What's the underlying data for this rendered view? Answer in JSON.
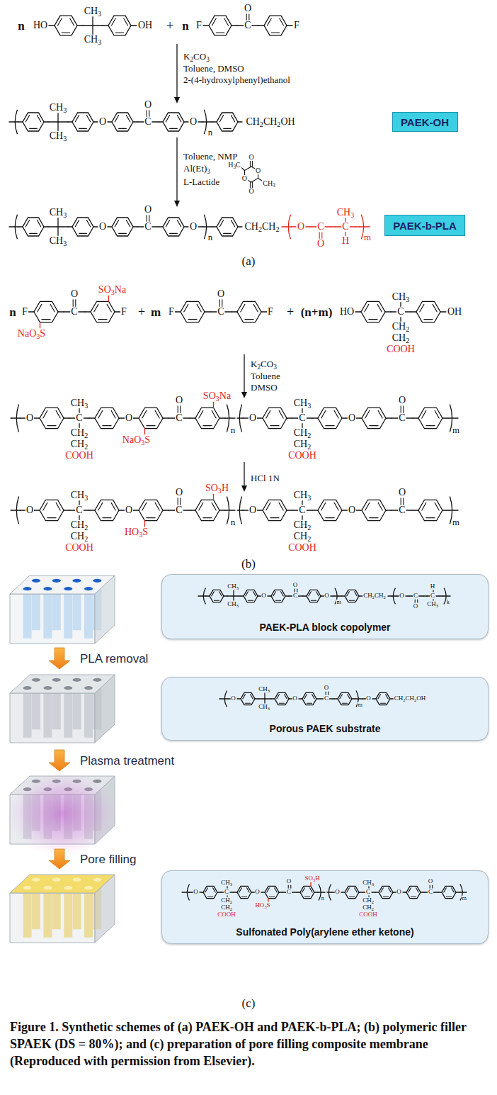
{
  "diagram": {
    "caption": "Figure 1. Synthetic schemes of (a) PAEK-OH and PAEK-b-PLA; (b) polymeric filler SPAEK (DS = 80%); and (c) preparation of pore filling composite membrane (Reproduced with permission from Elsevier).",
    "nodes": [
      {
        "text": [
          "PAEK-OH"
        ]
      },
      {
        "text": [
          "PAEK-b-PLA"
        ]
      },
      {
        "text": [
          "PAEK-PLA block copolymer"
        ]
      },
      {
        "text": [
          "Porous PAEK substrate"
        ]
      },
      {
        "text": [
          "Sulfonated Poly(arylene ether ketone)"
        ]
      }
    ],
    "labels": [
      "n",
      "HO",
      "CH3",
      "CH3",
      "OH",
      "+",
      "n",
      "F",
      "O",
      "C",
      "F",
      "K2CO3",
      "Toluene, DMSO",
      "2-(4-hydroxylphenyl)ethanol",
      "CH3",
      "CH3",
      "O",
      "O",
      "C",
      "O",
      "n",
      "CH2CH2OH",
      "Toluene, NMP",
      "Al(Et)3",
      "L-Lactide",
      "H3C",
      "O",
      "O",
      "O",
      "O",
      "CH3",
      "CH3",
      "CH3",
      "O",
      "O",
      "C",
      "O",
      "n",
      "CH2CH2",
      "O",
      "O",
      "C",
      "C",
      "CH3",
      "H",
      "m",
      "(a)",
      "n",
      "F",
      "NaO3S",
      "O",
      "C",
      "SO3Na",
      "F",
      "+",
      "m",
      "F",
      "O",
      "C",
      "F",
      "+",
      "(n+m)",
      "HO",
      "C",
      "CH3",
      "CH2",
      "CH2",
      "COOH",
      "OH",
      "K2CO3",
      "Toluene",
      "DMSO",
      "O",
      "C",
      "CH3",
      "CH2",
      "CH2",
      "COOH",
      "O",
      "NaO3S",
      "O",
      "C",
      "SO3Na",
      "n",
      "O",
      "C",
      "CH3",
      "CH2",
      "CH2",
      "COOH",
      "O",
      "O",
      "C",
      "m",
      "HCl 1N",
      "O",
      "C",
      "CH3",
      "CH2",
      "CH2",
      "COOH",
      "O",
      "HO3S",
      "O",
      "C",
      "SO3H",
      "n",
      "O",
      "C",
      "CH3",
      "CH2",
      "CH2",
      "COOH",
      "O",
      "O",
      "C",
      "m",
      "(b)",
      "CH3",
      "CH3",
      "O",
      "O",
      "C",
      "O",
      "m",
      "CH2CH2",
      "O",
      "O",
      "C",
      "C",
      "H",
      "CH3",
      "k",
      "PLA removal",
      "O",
      "CH3",
      "CH3",
      "O",
      "O",
      "C",
      "m",
      "O",
      "CH2CH2OH",
      "Plasma treatment",
      "Pore filling",
      "O",
      "C",
      "CH3",
      "CH2",
      "CH2",
      "COOH",
      "O",
      "HO3S",
      "O",
      "C",
      "SO3H",
      "n",
      "O",
      "C",
      "CH3",
      "CH2",
      "CH2",
      "COOH",
      "O",
      "O",
      "C",
      "m",
      "(c)"
    ]
  }
}
